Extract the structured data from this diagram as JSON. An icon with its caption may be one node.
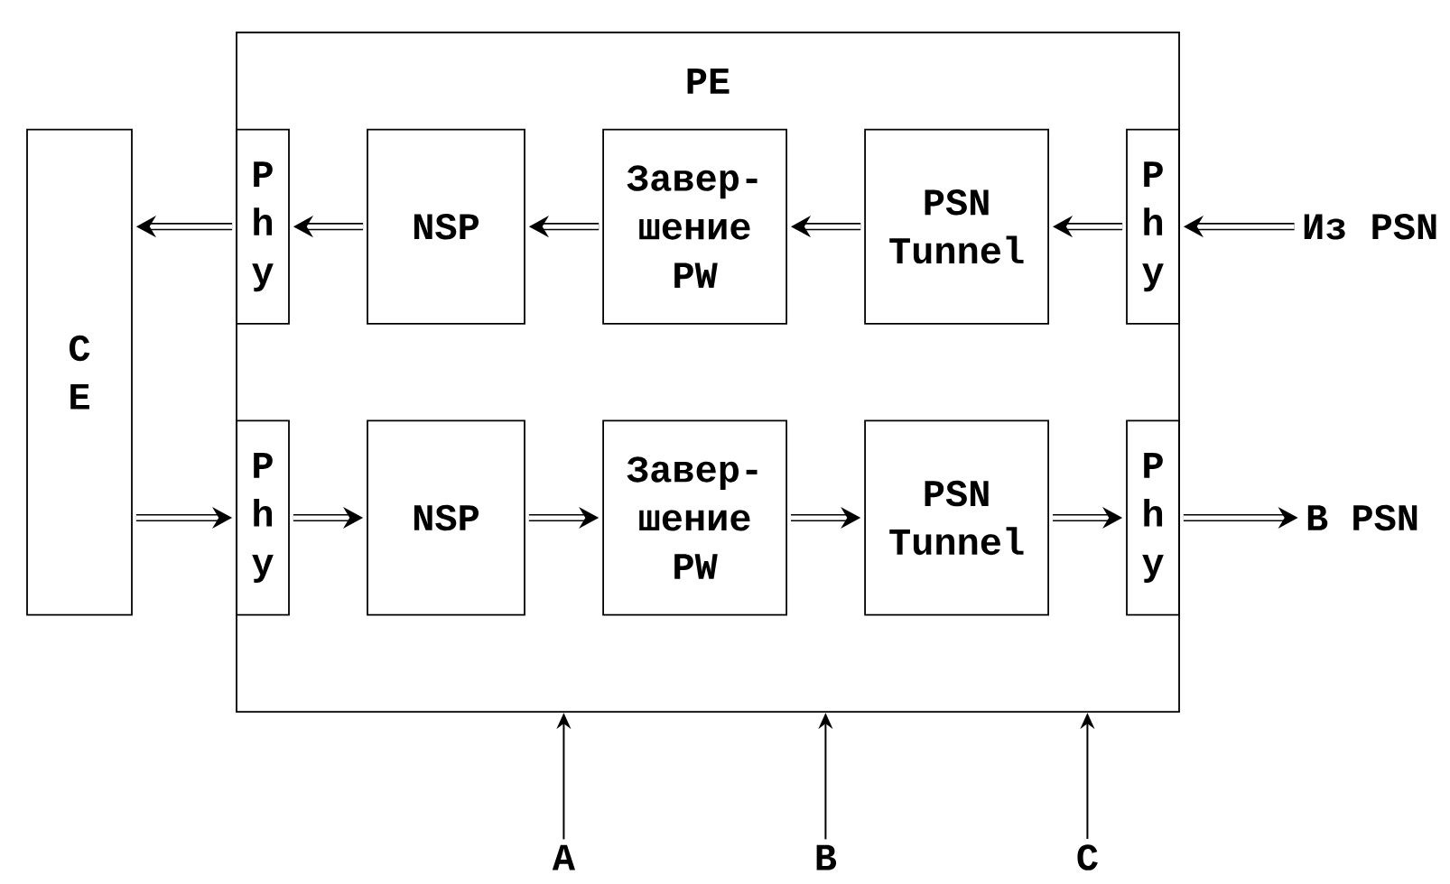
{
  "diagram": {
    "nodes": [
      {
        "text": [
          "PE"
        ]
      },
      {
        "text": [
          "C E"
        ]
      },
      {
        "text": [
          "P h y"
        ],
        "in": 0
      },
      {
        "text": [
          "NSP"
        ],
        "in": 0
      },
      {
        "text": [
          "Завер- шение PW"
        ],
        "in": 0
      },
      {
        "text": [
          "PSN Tunnel"
        ],
        "in": 0
      },
      {
        "text": [
          "P h y"
        ],
        "in": 0
      },
      {
        "text": [
          "P h y"
        ],
        "in": 0
      },
      {
        "text": [
          "NSP"
        ],
        "in": 0
      },
      {
        "text": [
          "Завер- шение PW"
        ],
        "in": 0
      },
      {
        "text": [
          "PSN Tunnel"
        ],
        "in": 0
      },
      {
        "text": [
          "P h y"
        ],
        "in": 0
      },
      {
        "text": [
          "Из PSN"
        ]
      },
      {
        "text": [
          "В PSN"
        ]
      },
      {
        "text": [
          "A"
        ]
      },
      {
        "text": [
          "B"
        ]
      },
      {
        "text": [
          "C"
        ]
      }
    ],
    "edges": [
      {
        "from": 12,
        "to": 6,
        "arrow": "to"
      },
      {
        "from": 6,
        "to": 5,
        "arrow": "to"
      },
      {
        "from": 5,
        "to": 4,
        "arrow": "to"
      },
      {
        "from": 4,
        "to": 3,
        "arrow": "to"
      },
      {
        "from": 3,
        "to": 2,
        "arrow": "to"
      },
      {
        "from": 2,
        "to": 1,
        "arrow": "to"
      },
      {
        "from": 1,
        "to": 7,
        "arrow": "to"
      },
      {
        "from": 7,
        "to": 8,
        "arrow": "to"
      },
      {
        "from": 8,
        "to": 9,
        "arrow": "to"
      },
      {
        "from": 9,
        "to": 10,
        "arrow": "to"
      },
      {
        "from": 10,
        "to": 11,
        "arrow": "to"
      },
      {
        "from": 11,
        "to": 13,
        "arrow": "to"
      },
      {
        "from": 14,
        "to": 0,
        "arrow": "to"
      },
      {
        "from": 15,
        "to": 0,
        "arrow": "to"
      },
      {
        "from": 16,
        "to": 0,
        "arrow": "to"
      }
    ]
  }
}
